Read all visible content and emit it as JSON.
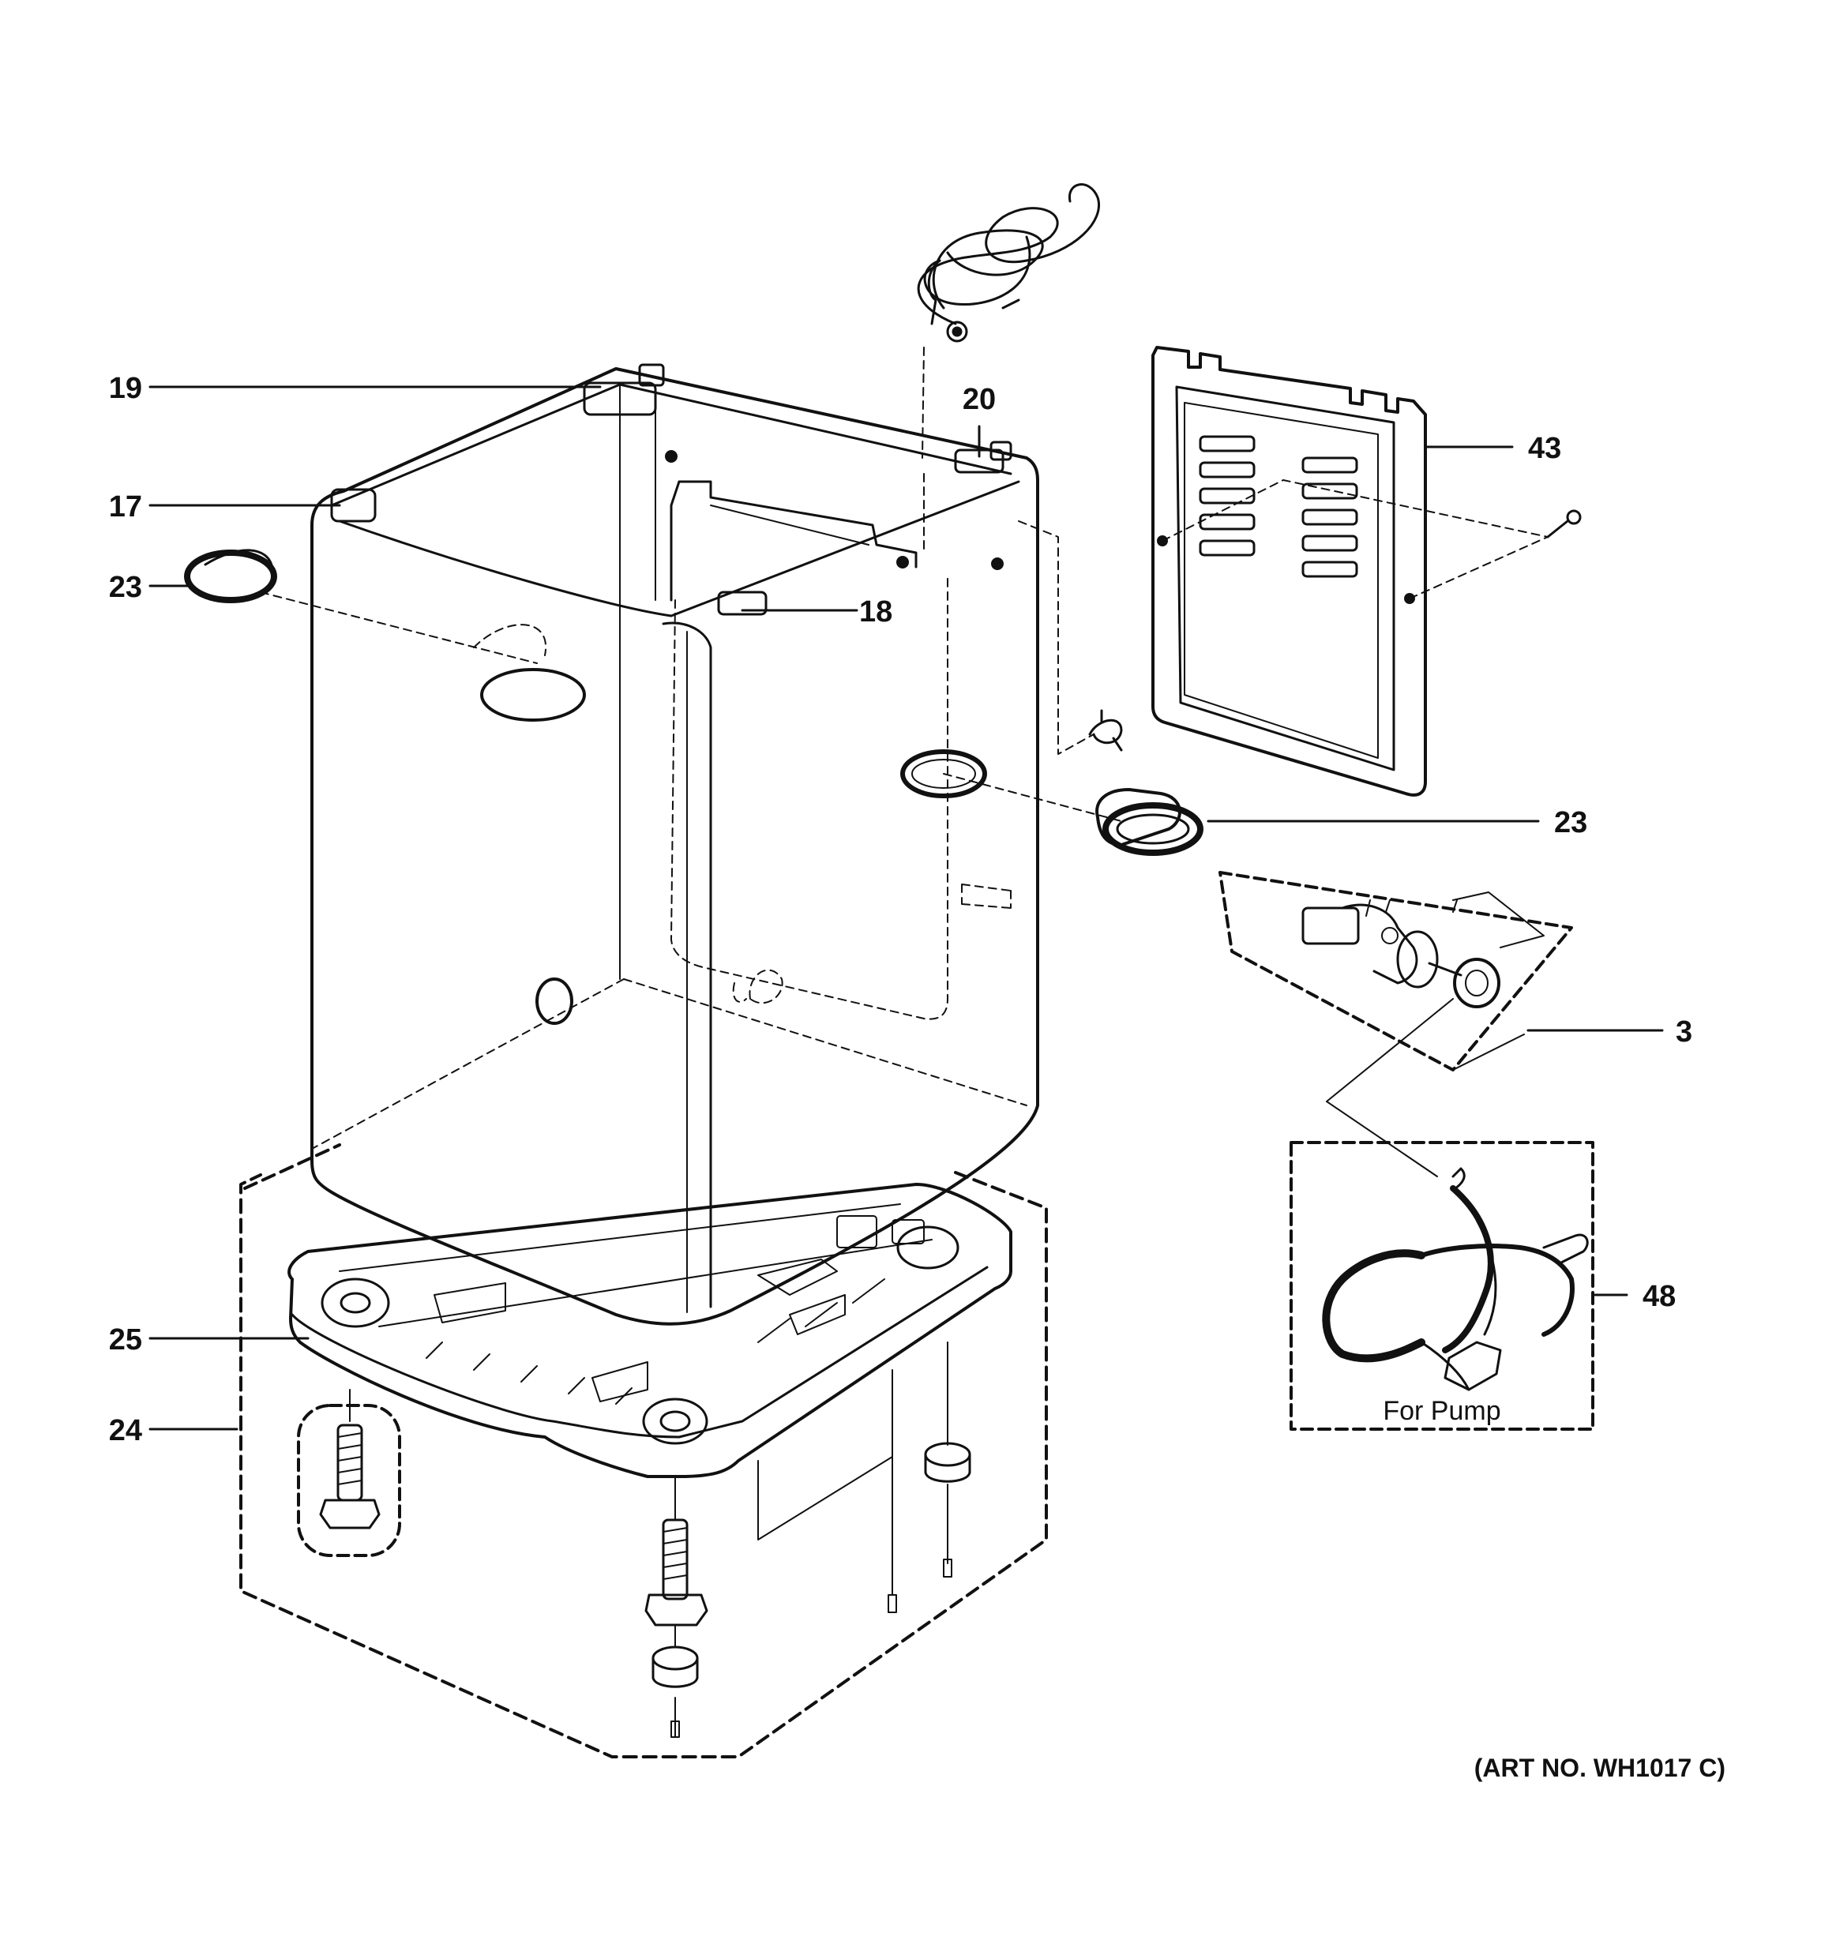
{
  "callouts": {
    "c19": "19",
    "c17": "17",
    "c23_left": "23",
    "c20": "20",
    "c18": "18",
    "c43": "43",
    "c23_right": "23",
    "c3": "3",
    "c48": "48",
    "c25": "25",
    "c24": "24"
  },
  "notes": {
    "for_pump": "For Pump"
  },
  "art_number": "(ART NO. WH1017 C)",
  "colors": {
    "line": "#111111",
    "background": "#ffffff"
  }
}
